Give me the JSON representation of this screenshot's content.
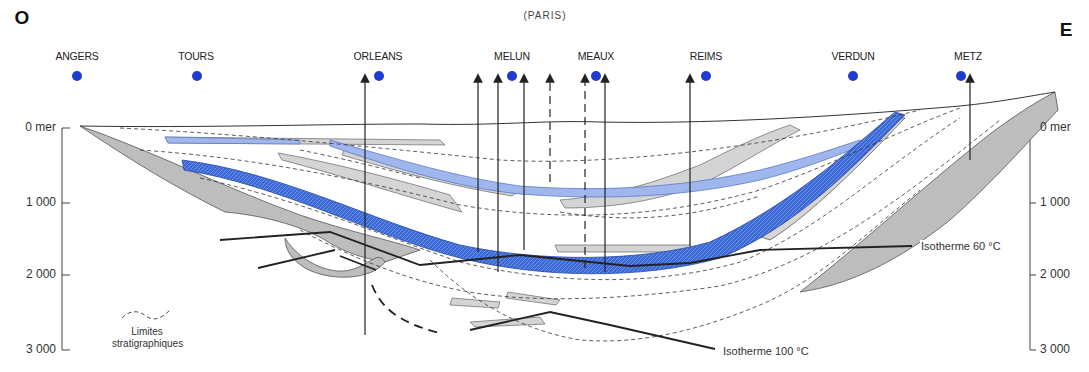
{
  "diagram": {
    "labels": [
      "O",
      "E",
      "(PARIS)",
      "ANGERS",
      "TOURS",
      "ORLEANS",
      "MELUN",
      "MEAUX",
      "REIMS",
      "VERDUN",
      "METZ",
      "0 mer",
      "1 000",
      "2 000",
      "3 000",
      "0 mer",
      "1 000",
      "2 000",
      "3 000",
      "Isotherme 60 °C",
      "Isotherme 100 °C"
    ],
    "legend": [
      {
        "text": "Limites stratigraphiques"
      }
    ]
  }
}
